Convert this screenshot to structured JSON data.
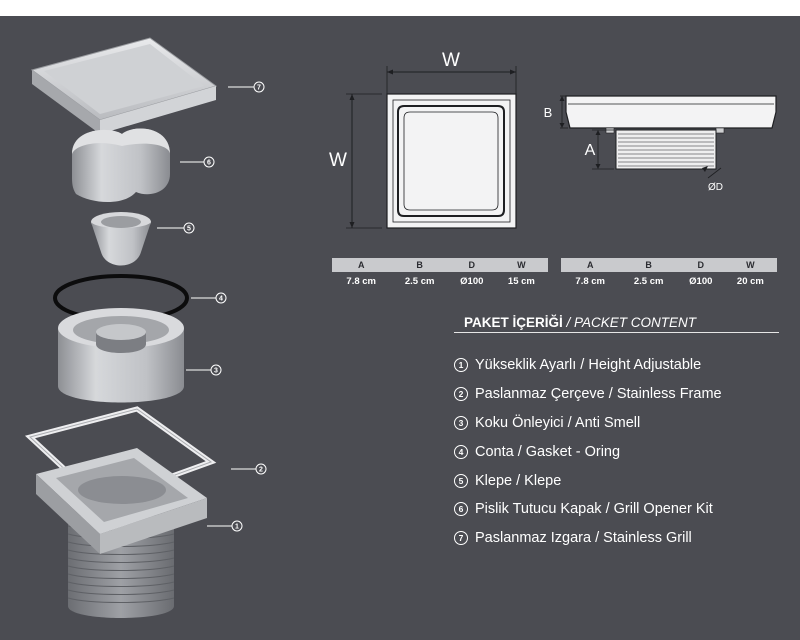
{
  "colors": {
    "background": "#4b4c52",
    "steel": "#c4c6c9",
    "table_header": "#c9cacd",
    "text": "#ffffff"
  },
  "callouts": [
    "7",
    "6",
    "5",
    "4",
    "3",
    "2",
    "1"
  ],
  "dimension_labels": {
    "width": "W",
    "depth": "W",
    "frame_height": "B",
    "body_height": "A",
    "diameter": "ØD"
  },
  "spec_headers": [
    "A",
    "B",
    "D",
    "W"
  ],
  "spec_tables": [
    {
      "values": [
        "7.8 cm",
        "2.5 cm",
        "Ø100",
        "15 cm"
      ]
    },
    {
      "values": [
        "7.8 cm",
        "2.5 cm",
        "Ø100",
        "20 cm"
      ]
    }
  ],
  "package": {
    "title_tr": "PAKET İÇERİĞİ",
    "title_en": "/ PACKET CONTENT",
    "items": [
      {
        "num": "1",
        "text": "Yükseklik Ayarlı / Height Adjustable"
      },
      {
        "num": "2",
        "text": "Paslanmaz Çerçeve / Stainless Frame"
      },
      {
        "num": "3",
        "text": "Koku Önleyici / Anti Smell"
      },
      {
        "num": "4",
        "text": "Conta / Gasket - Oring"
      },
      {
        "num": "5",
        "text": "Klepe / Klepe"
      },
      {
        "num": "6",
        "text": "Pislik Tutucu Kapak / Grill Opener Kit"
      },
      {
        "num": "7",
        "text": "Paslanmaz Izgara / Stainless Grill"
      }
    ]
  }
}
